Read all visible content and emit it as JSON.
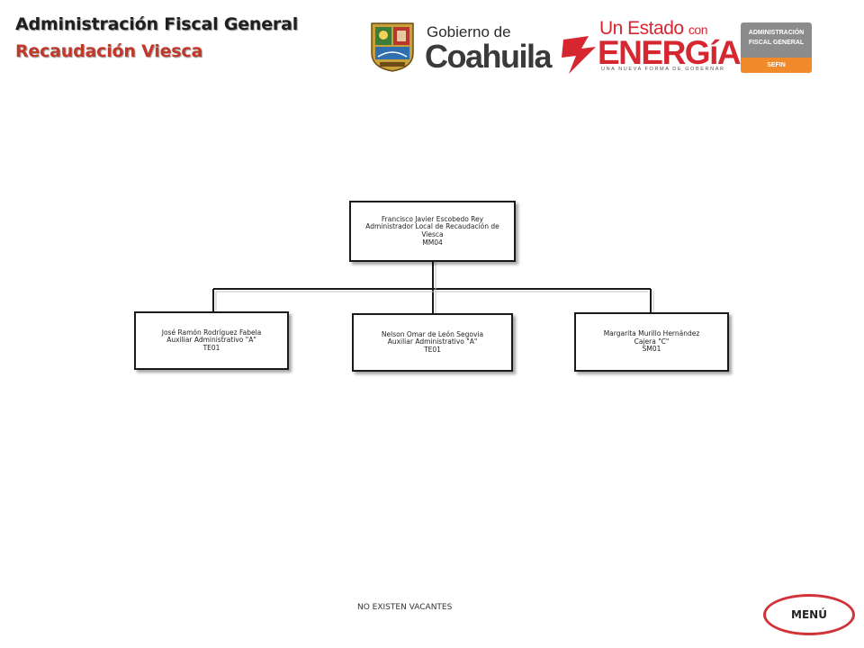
{
  "header": {
    "title": "Administración Fiscal General",
    "subtitle": "Recaudación Viesca"
  },
  "logos": {
    "gobierno": {
      "line1": "Gobierno de",
      "line2": "Coahuila"
    },
    "energia": {
      "line1": "Un Estado",
      "line1_suffix": "con",
      "line2": "ENERGíA",
      "tagline": "UNA NUEVA FORMA DE GOBERNAR"
    },
    "afg": {
      "top": [
        "ADMINISTRACIÓN",
        "FISCAL GENERAL"
      ],
      "bottom": "SEFIN"
    },
    "colors": {
      "energia_red": "#d6262f",
      "afg_gray": "#8c8c8c",
      "afg_orange": "#f08a2b"
    }
  },
  "org": {
    "root": {
      "name": "Francisco Javier Escobedo Rey",
      "role": "Administrador Local de Recaudación de Viesca",
      "code": "MM04"
    },
    "children": [
      {
        "name": "José Ramón Rodríguez Fabela",
        "role": "Auxiliar Administrativo \"A\"",
        "code": "TE01"
      },
      {
        "name": "Nelson Omar de León Segovia",
        "role": "Auxiliar Administrativo \"A\"",
        "code": "TE01"
      },
      {
        "name": "Margarita Murillo Hernández",
        "role": "Cajera \"C\"",
        "code": "SM01"
      }
    ]
  },
  "footer": {
    "note": "NO EXISTEN VACANTES"
  },
  "menu": {
    "label": "MENÚ",
    "border_color": "#d0343a"
  }
}
